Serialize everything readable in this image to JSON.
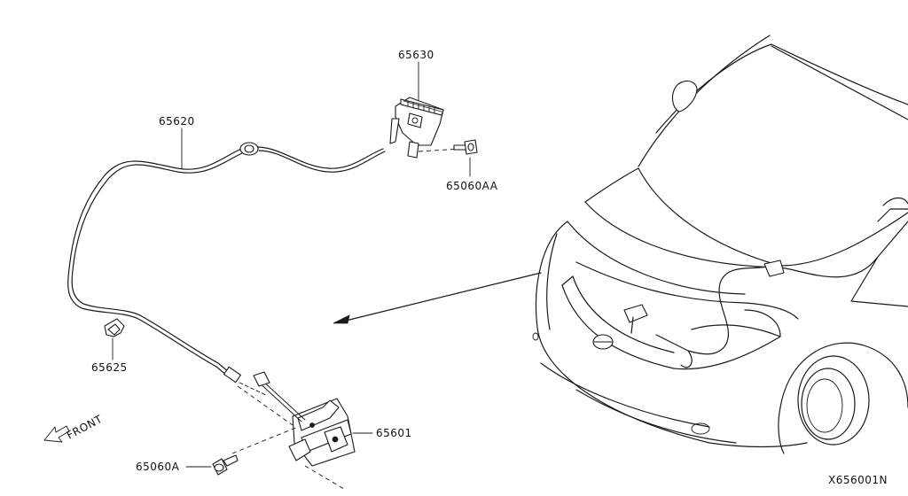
{
  "parts": {
    "p65630": "65630",
    "p65620": "65620",
    "p65060aa": "65060AA",
    "p65625": "65625",
    "p65601": "65601",
    "p65060a": "65060A"
  },
  "front_label": "FRONT",
  "diagram_code": "X656001N"
}
